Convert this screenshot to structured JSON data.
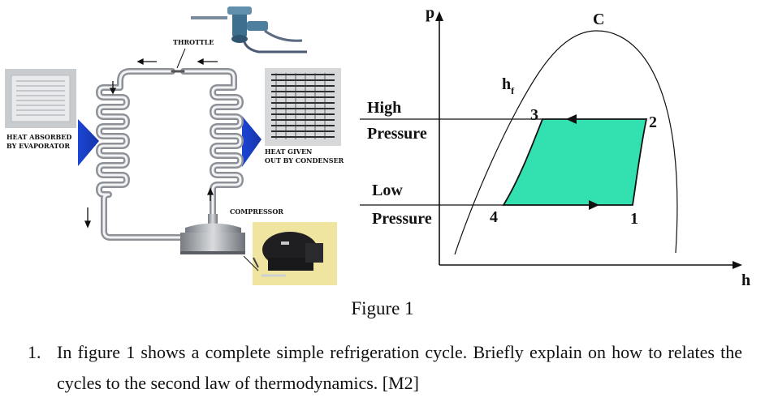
{
  "refrigeration_diagram": {
    "throttle_label": "THROTTLE",
    "heat_absorbed_line1": "HEAT ABSORBED",
    "heat_absorbed_line2": "BY EVAPORATOR",
    "heat_given_line1": "HEAT GIVEN",
    "heat_given_line2": "OUT BY CONDENSER",
    "compressor_label": "COMPRESSOR"
  },
  "ph_diagram": {
    "y_axis": "p",
    "x_axis": "h",
    "critical_point": "C",
    "hf_label": "h",
    "hf_subscript": "f",
    "high_pressure_line1": "High",
    "high_pressure_line2": "Pressure",
    "low_pressure_line1": "Low",
    "low_pressure_line2": "Pressure",
    "points": [
      "1",
      "2",
      "3",
      "4"
    ],
    "fill_color": "#33e0b0"
  },
  "caption": "Figure 1",
  "question": {
    "number": "1.",
    "text": "In figure 1 shows a complete simple refrigeration cycle. Briefly explain on how to relates the cycles to the second law of thermodynamics. [M2]"
  }
}
